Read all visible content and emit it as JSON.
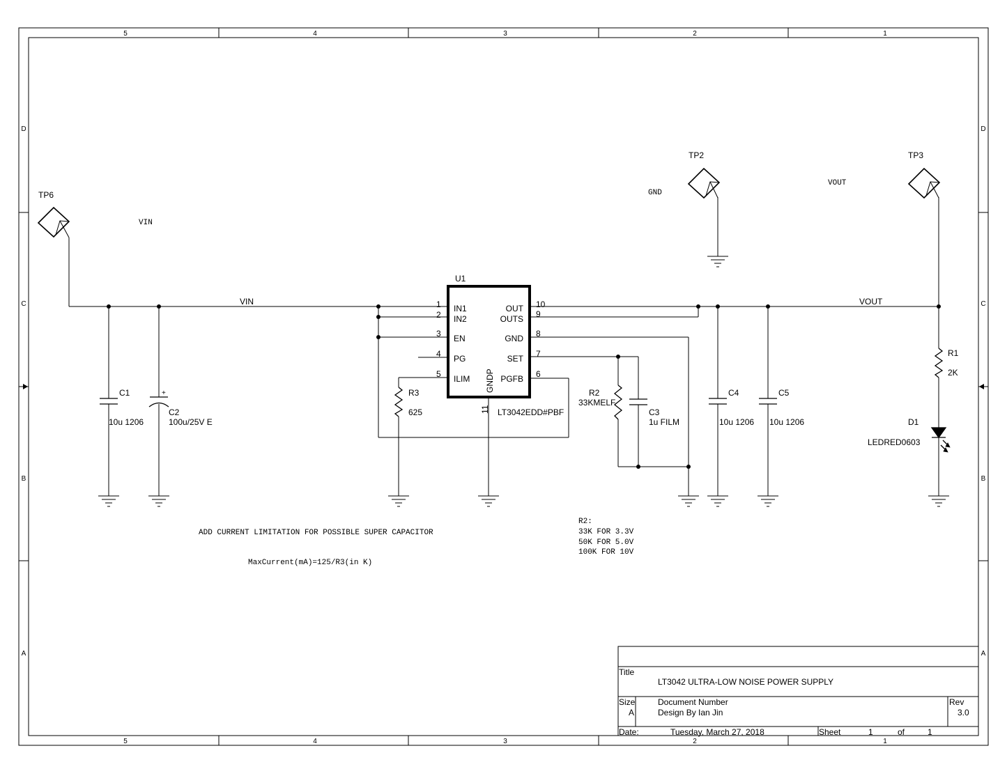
{
  "frame": {
    "columns": [
      "5",
      "4",
      "3",
      "2",
      "1"
    ],
    "rows": [
      "D",
      "C",
      "B",
      "A"
    ]
  },
  "ic": {
    "ref": "U1",
    "part": "LT3042EDD#PBF",
    "pins": [
      {
        "num": "1",
        "name": "IN1"
      },
      {
        "num": "2",
        "name": "IN2"
      },
      {
        "num": "3",
        "name": "EN"
      },
      {
        "num": "4",
        "name": "PG"
      },
      {
        "num": "5",
        "name": "ILIM"
      },
      {
        "num": "10",
        "name": "OUT"
      },
      {
        "num": "9",
        "name": "OUTS"
      },
      {
        "num": "8",
        "name": "GND"
      },
      {
        "num": "7",
        "name": "SET"
      },
      {
        "num": "6",
        "name": "PGFB"
      },
      {
        "num": "11",
        "name": "GNDP"
      }
    ]
  },
  "components": {
    "c1": {
      "ref": "C1",
      "value": "10u 1206"
    },
    "c2": {
      "ref": "C2",
      "value": "100u/25V E",
      "polarity": "+"
    },
    "r3": {
      "ref": "R3",
      "value": "625"
    },
    "r2": {
      "ref": "R2",
      "value": "33KMELF"
    },
    "c3": {
      "ref": "C3",
      "value": "1u FILM"
    },
    "c4": {
      "ref": "C4",
      "value": "10u 1206"
    },
    "c5": {
      "ref": "C5",
      "value": "10u 1206"
    },
    "r1": {
      "ref": "R1",
      "value": "2K"
    },
    "d1": {
      "ref": "D1",
      "value": "LEDRED0603"
    }
  },
  "testpoints": {
    "tp6": {
      "ref": "TP6",
      "net": "VIN"
    },
    "tp2": {
      "ref": "TP2",
      "net": "GND"
    },
    "tp3": {
      "ref": "TP3",
      "net": "VOUT"
    }
  },
  "nets": {
    "vin": "VIN",
    "vout": "VOUT"
  },
  "notes": {
    "current_limit": "ADD CURRENT LIMITATION FOR POSSIBLE  SUPER CAPACITOR",
    "formula": "MaxCurrent(mA)=125/R3(in K)",
    "r2_title": "R2:",
    "r2_lines": [
      "33K FOR 3.3V",
      "50K FOR 5.0V",
      "100K FOR 10V"
    ]
  },
  "title_block": {
    "title_label": "Title",
    "title": "LT3042 ULTRA-LOW NOISE POWER SUPPLY",
    "size_label": "Size",
    "size": "A",
    "docnum_label": "Document Number",
    "docnum": "Design By Ian Jin",
    "rev_label": "Rev",
    "rev": "3.0",
    "date_label": "Date:",
    "date": "Tuesday, March 27, 2018",
    "sheet_label": "Sheet",
    "sheet_num": "1",
    "of_label": "of",
    "sheet_total": "1"
  }
}
